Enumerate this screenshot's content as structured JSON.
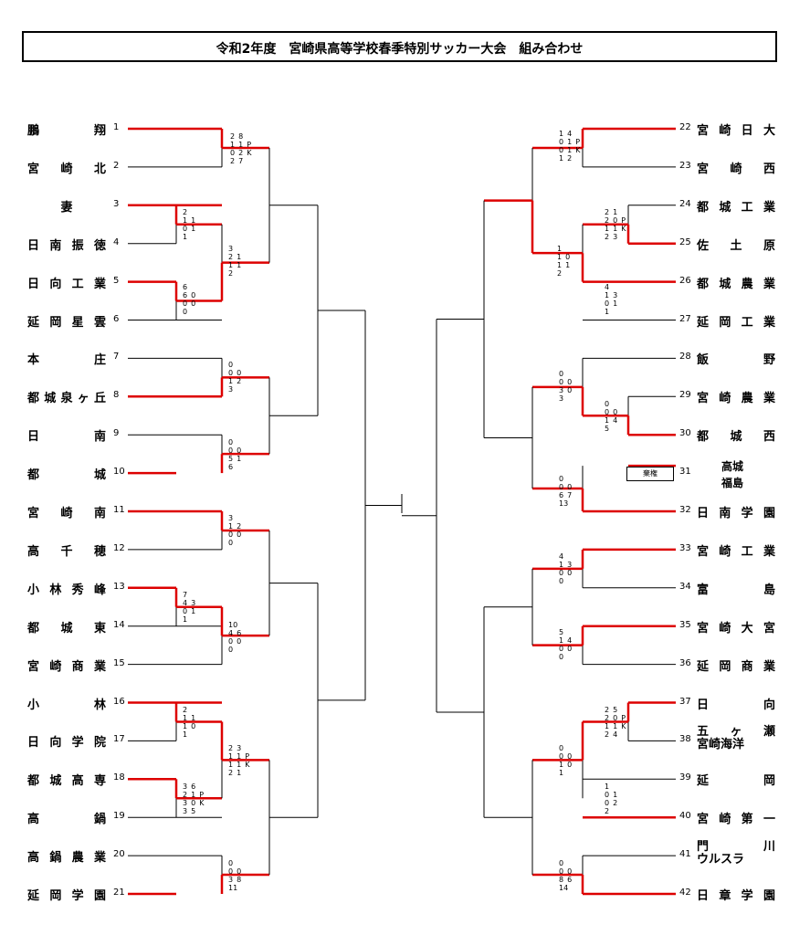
{
  "title": "令和2年度　宮崎県高等学校春季特別サッカー大会　組み合わせ",
  "colors": {
    "winner_line": "#dd0000",
    "line": "#000000"
  },
  "left_teams": [
    {
      "num": "1",
      "name": "鵬 翔"
    },
    {
      "num": "2",
      "name": "宮 崎 北"
    },
    {
      "num": "3",
      "name": "妻"
    },
    {
      "num": "4",
      "name": "日南振徳"
    },
    {
      "num": "5",
      "name": "日向工業"
    },
    {
      "num": "6",
      "name": "延岡星雲"
    },
    {
      "num": "7",
      "name": "本 庄"
    },
    {
      "num": "8",
      "name": "都城泉ヶ丘"
    },
    {
      "num": "9",
      "name": "日 南"
    },
    {
      "num": "10",
      "name": "都 城"
    },
    {
      "num": "11",
      "name": "宮 崎 南"
    },
    {
      "num": "12",
      "name": "高 千 穂"
    },
    {
      "num": "13",
      "name": "小林秀峰"
    },
    {
      "num": "14",
      "name": "都 城 東"
    },
    {
      "num": "15",
      "name": "宮崎商業"
    },
    {
      "num": "16",
      "name": "小 林"
    },
    {
      "num": "17",
      "name": "日向学院"
    },
    {
      "num": "18",
      "name": "都城高専"
    },
    {
      "num": "19",
      "name": "高 鍋"
    },
    {
      "num": "20",
      "name": "高鍋農業"
    },
    {
      "num": "21",
      "name": "延岡学園"
    }
  ],
  "right_teams": [
    {
      "num": "22",
      "name": "宮崎日大"
    },
    {
      "num": "23",
      "name": "宮 崎 西"
    },
    {
      "num": "24",
      "name": "都城工業"
    },
    {
      "num": "25",
      "name": "佐 土 原"
    },
    {
      "num": "26",
      "name": "都城農業"
    },
    {
      "num": "27",
      "name": "延岡工業"
    },
    {
      "num": "28",
      "name": "飯 野"
    },
    {
      "num": "29",
      "name": "宮崎農業"
    },
    {
      "num": "30",
      "name": "都 城 西"
    },
    {
      "num": "31",
      "name": ""
    },
    {
      "num": "32",
      "name": "日南学園"
    },
    {
      "num": "33",
      "name": "宮崎工業"
    },
    {
      "num": "34",
      "name": "富 島"
    },
    {
      "num": "35",
      "name": "宮崎大宮"
    },
    {
      "num": "36",
      "name": "延岡商業"
    },
    {
      "num": "37",
      "name": "日 向"
    },
    {
      "num": "38",
      "name": "五 ヶ 瀬|宮崎海洋"
    },
    {
      "num": "39",
      "name": "延 岡"
    },
    {
      "num": "40",
      "name": "宮崎第一"
    },
    {
      "num": "41",
      "name": "門 川|ウルスラ"
    },
    {
      "num": "42",
      "name": "日章学園"
    }
  ],
  "joint_team": [
    "高城",
    "福島"
  ],
  "bye_label": "棄権",
  "scores": [
    {
      "id": "m1",
      "rows": [
        "2 8",
        "1 1 P",
        "0 2 K",
        "2 7"
      ]
    },
    {
      "id": "m2",
      "rows": [
        "2",
        "1 1",
        "0 1",
        "1"
      ]
    },
    {
      "id": "m3",
      "rows": [
        "3",
        "2 1",
        "1 1",
        "2"
      ]
    },
    {
      "id": "m4",
      "rows": [
        "6",
        "6 0",
        "0 0",
        "0"
      ]
    },
    {
      "id": "m5",
      "rows": [
        "0",
        "0 0",
        "1 2",
        "3"
      ]
    },
    {
      "id": "m6",
      "rows": [
        "0",
        "0 0",
        "5 1",
        "6"
      ]
    },
    {
      "id": "m7",
      "rows": [
        "3",
        "1 2",
        "0 0",
        "0"
      ]
    },
    {
      "id": "m8",
      "rows": [
        "7",
        "4 3",
        "0 1",
        "1"
      ]
    },
    {
      "id": "m9",
      "rows": [
        "10",
        "4 6",
        "0 0",
        "0"
      ]
    },
    {
      "id": "m10",
      "rows": [
        "2",
        "1 1",
        "1 0",
        "1"
      ]
    },
    {
      "id": "m11",
      "rows": [
        "2 3",
        "1 1 P",
        "1 1 K",
        "2 1"
      ]
    },
    {
      "id": "m12",
      "rows": [
        "3 6",
        "2 1 P",
        "3 0 K",
        "3 5"
      ]
    },
    {
      "id": "m13",
      "rows": [
        "0",
        "0 0",
        "3 8",
        "11"
      ]
    },
    {
      "id": "m14",
      "rows": [
        "1 4",
        "0 1 P",
        "0 1 K",
        "1 2"
      ]
    },
    {
      "id": "m15",
      "rows": [
        "2 1",
        "2 0 P",
        "1 1 K",
        "2 3"
      ]
    },
    {
      "id": "m16",
      "rows": [
        "1",
        "1 0",
        "1 1",
        "2"
      ]
    },
    {
      "id": "m17",
      "rows": [
        "4",
        "1 3",
        "0 1",
        "1"
      ]
    },
    {
      "id": "m18",
      "rows": [
        "0",
        "0 0",
        "3 0",
        "3"
      ]
    },
    {
      "id": "m19",
      "rows": [
        "0",
        "0 0",
        "1 4",
        "5"
      ]
    },
    {
      "id": "m20",
      "rows": [
        "0",
        "0 0",
        "6 7",
        "13"
      ]
    },
    {
      "id": "m21",
      "rows": [
        "4",
        "1 3",
        "0 0",
        "0"
      ]
    },
    {
      "id": "m22",
      "rows": [
        "5",
        "1 4",
        "0 0",
        "0"
      ]
    },
    {
      "id": "m23",
      "rows": [
        "2 5",
        "2 0 P",
        "1 1 K",
        "2 4"
      ]
    },
    {
      "id": "m24",
      "rows": [
        "0",
        "0 0",
        "1 0",
        "1"
      ]
    },
    {
      "id": "m25",
      "rows": [
        "1",
        "0 1",
        "0 2",
        "2"
      ]
    },
    {
      "id": "m26",
      "rows": [
        "0",
        "0 0",
        "8 6",
        "14"
      ]
    }
  ]
}
